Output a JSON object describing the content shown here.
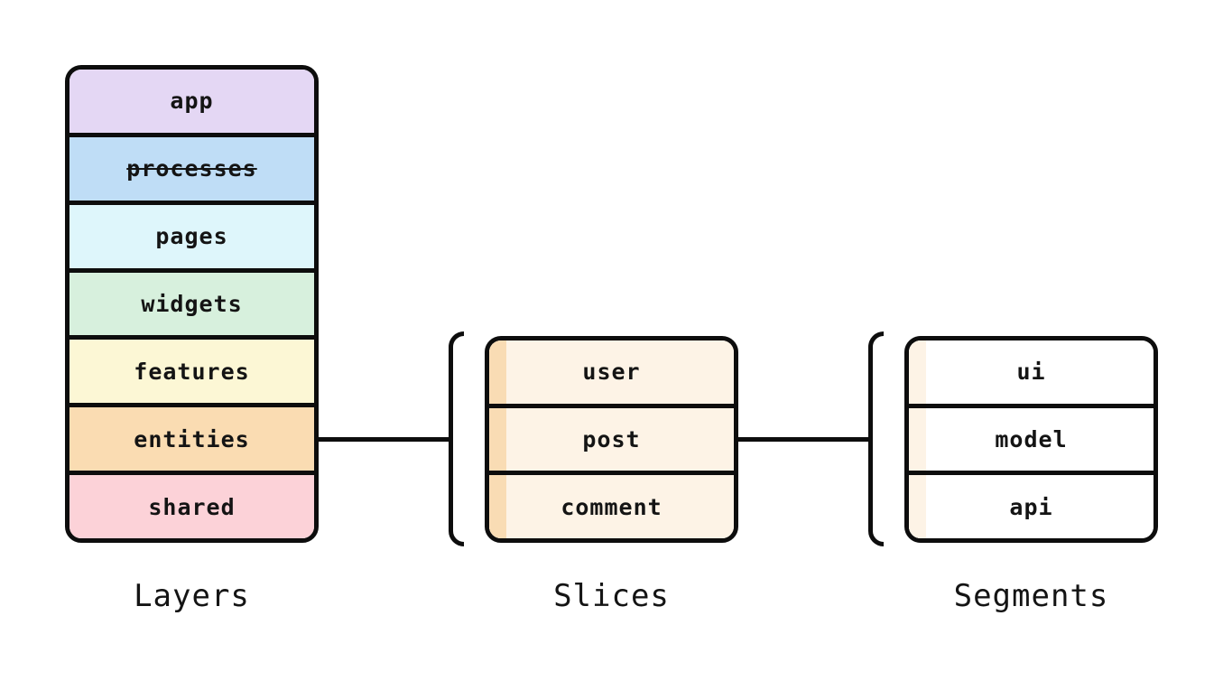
{
  "diagram": {
    "name": "feature-sliced-design-structure",
    "ink_color": "#0d0d0d",
    "background_color": "#ffffff"
  },
  "layers": {
    "caption": "Layers",
    "items": [
      {
        "label": "app",
        "color": "#e4d7f4",
        "strikethrough": false
      },
      {
        "label": "processes",
        "color": "#bfddf6",
        "strikethrough": true
      },
      {
        "label": "pages",
        "color": "#def6fb",
        "strikethrough": false
      },
      {
        "label": "widgets",
        "color": "#d7f0dd",
        "strikethrough": false
      },
      {
        "label": "features",
        "color": "#fcf7d5",
        "strikethrough": false
      },
      {
        "label": "entities",
        "color": "#fadcb2",
        "strikethrough": false
      },
      {
        "label": "shared",
        "color": "#fcd2d8",
        "strikethrough": false
      }
    ]
  },
  "slices": {
    "caption": "Slices",
    "fill": "#fdf3e6",
    "strip": "#f9dcb4",
    "items": [
      {
        "label": "user"
      },
      {
        "label": "post"
      },
      {
        "label": "comment"
      }
    ]
  },
  "segments": {
    "caption": "Segments",
    "fill": "#ffffff",
    "strip": "#fdf3e6",
    "items": [
      {
        "label": "ui"
      },
      {
        "label": "model"
      },
      {
        "label": "api"
      }
    ]
  }
}
